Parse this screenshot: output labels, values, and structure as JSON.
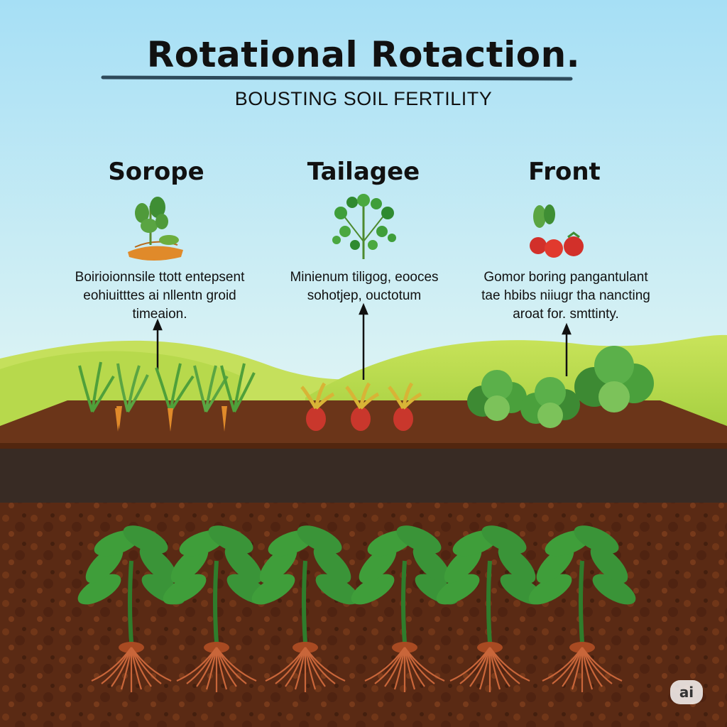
{
  "header": {
    "title": "Rotational Rotaction.",
    "subtitle": "BOUSTING SOIL FERTILITY"
  },
  "columns": [
    {
      "title": "Sorope",
      "icon": "carrot-plant-icon",
      "description": [
        "Boirioionnsile ttott entepsent",
        "eohiuitttes ai nllentn groid",
        "timeaion."
      ]
    },
    {
      "title": "Tailagee",
      "icon": "leafy-herb-icon",
      "description": [
        "Minienum tiligog, eooces",
        "sohotjep, ouctotum"
      ]
    },
    {
      "title": "Front",
      "icon": "tomato-icon",
      "description": [
        "Gomor boring pangantulant",
        "tae hbibs niiugr tha nancting",
        "aroat for. smttinty."
      ]
    }
  ],
  "badge": {
    "label": "ai"
  },
  "colors": {
    "sky_top": "#a6dff5",
    "sky_bottom": "#e6f7f4",
    "hill": "#b3d84a",
    "topsoil": "#6b3519",
    "dark_soil": "#3d2e27",
    "deep_soil": "#5a2a14",
    "leaf": "#3f9e3a",
    "carrot": "#e08a2a",
    "radish": "#c9372c",
    "root": "#c9663a"
  }
}
